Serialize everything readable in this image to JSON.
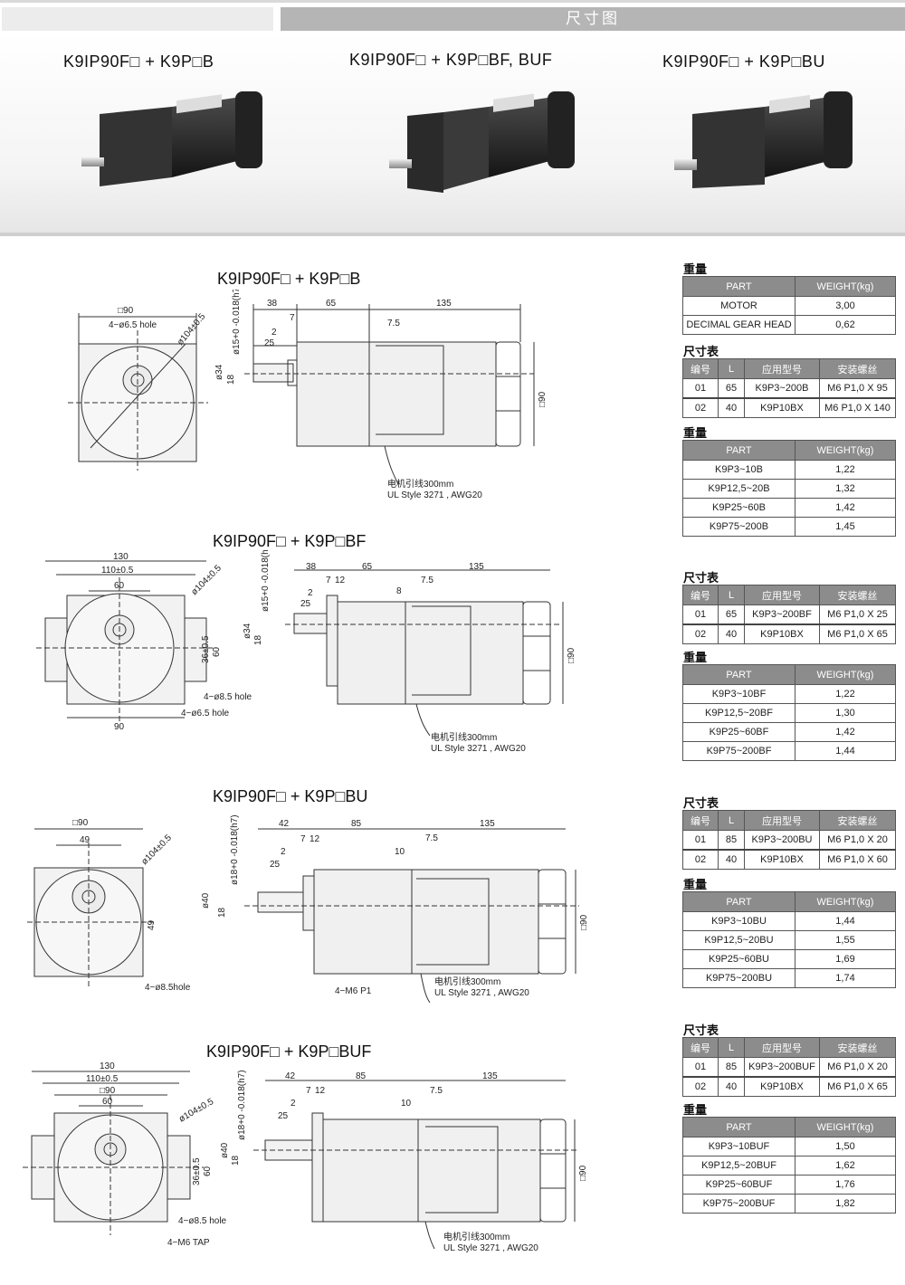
{
  "header": {
    "section_title": "尺寸图"
  },
  "products": [
    {
      "title": "K9IP90F□ + K9P□B"
    },
    {
      "title": "K9IP90F□ + K9P□BF, BUF"
    },
    {
      "title": "K9IP90F□ + K9P□BU"
    }
  ],
  "drawings": [
    {
      "title": "K9IP90F□ + K9P□B",
      "front": {
        "square": "□90",
        "hole": "4−ø6.5 hole",
        "circle": "ø104±0.5"
      },
      "side": {
        "d1": "38",
        "d2": "65",
        "d3": "135",
        "d4": "7.5",
        "d5": "7",
        "d6": "2",
        "d7": "25",
        "shaft": "ø15+0 -0.018(h7)",
        "dia": "ø34",
        "h": "18",
        "body": "□90",
        "cable": "电机引线300mm",
        "cable_spec": "UL Style 3271 , AWG20"
      }
    },
    {
      "title": "K9IP90F□ + K9P□BF",
      "front": {
        "w1": "130",
        "w2": "110±0.5",
        "w3": "60",
        "circle": "ø104±0.5",
        "v1": "36±0.5",
        "v2": "60",
        "hole1": "4−ø8.5 hole",
        "bottom": "90",
        "hole2": "4−ø6.5 hole"
      },
      "side": {
        "d1": "38",
        "d2": "65",
        "d3": "135",
        "d4": "7.5",
        "d5": "7",
        "d6": "12",
        "d7": "2",
        "d8": "25",
        "d9": "8",
        "shaft": "ø15+0 -0.018(h7)",
        "dia": "ø34",
        "h": "18",
        "body": "□90",
        "cable": "电机引线300mm",
        "cable_spec": "UL Style 3271 , AWG20"
      }
    },
    {
      "title": "K9IP90F□ + K9P□BU",
      "front": {
        "square": "□90",
        "w": "49",
        "circle": "ø104±0.5",
        "v": "49",
        "hole": "4−ø8.5hole"
      },
      "side": {
        "d1": "42",
        "d2": "85",
        "d3": "135",
        "d4": "7.5",
        "d5": "7",
        "d6": "12",
        "d7": "2",
        "d8": "25",
        "d9": "10",
        "shaft": "ø18+0 -0.018(h7)",
        "dia": "ø40",
        "h": "18",
        "body": "□90",
        "tap": "4−M6 P1",
        "cable": "电机引线300mm",
        "cable_spec": "UL Style 3271 , AWG20"
      }
    },
    {
      "title": "K9IP90F□ + K9P□BUF",
      "front": {
        "w1": "130",
        "w2": "110±0.5",
        "w3": "□90",
        "w4": "60",
        "circle": "ø104±0.5",
        "v1": "36±0.5",
        "v2": "60",
        "hole": "4−ø8.5 hole",
        "tap": "4−M6 TAP"
      },
      "side": {
        "d1": "42",
        "d2": "85",
        "d3": "135",
        "d4": "7.5",
        "d5": "7",
        "d6": "12",
        "d7": "2",
        "d8": "25",
        "d9": "10",
        "shaft": "ø18+0 -0.018(h7)",
        "dia": "ø40",
        "h": "18",
        "body": "□90",
        "cable": "电机引线300mm",
        "cable_spec": "UL Style 3271 , AWG20"
      }
    }
  ],
  "tables": {
    "weight_label": "重量",
    "size_label": "尺寸表",
    "weight_headers": [
      "PART",
      "WEIGHT(kg)"
    ],
    "size_headers": [
      "编号",
      "L",
      "应用型号",
      "安装螺丝"
    ],
    "motor_weight": [
      [
        "MOTOR",
        "3,00"
      ],
      [
        "DECIMAL GEAR HEAD",
        "0,62"
      ]
    ],
    "b_size": [
      [
        "01",
        "65",
        "K9P3~200B",
        "M6 P1,0 X 95"
      ],
      [
        "02",
        "40",
        "K9P10BX",
        "M6 P1,0 X 140"
      ]
    ],
    "b_weight": [
      [
        "K9P3~10B",
        "1,22"
      ],
      [
        "K9P12,5~20B",
        "1,32"
      ],
      [
        "K9P25~60B",
        "1,42"
      ],
      [
        "K9P75~200B",
        "1,45"
      ]
    ],
    "bf_size": [
      [
        "01",
        "65",
        "K9P3~200BF",
        "M6 P1,0 X 25"
      ],
      [
        "02",
        "40",
        "K9P10BX",
        "M6 P1,0 X 65"
      ]
    ],
    "bf_weight": [
      [
        "K9P3~10BF",
        "1,22"
      ],
      [
        "K9P12,5~20BF",
        "1,30"
      ],
      [
        "K9P25~60BF",
        "1,42"
      ],
      [
        "K9P75~200BF",
        "1,44"
      ]
    ],
    "bu_size": [
      [
        "01",
        "85",
        "K9P3~200BU",
        "M6 P1,0 X 20"
      ],
      [
        "02",
        "40",
        "K9P10BX",
        "M6 P1,0 X 60"
      ]
    ],
    "bu_weight": [
      [
        "K9P3~10BU",
        "1,44"
      ],
      [
        "K9P12,5~20BU",
        "1,55"
      ],
      [
        "K9P25~60BU",
        "1,69"
      ],
      [
        "K9P75~200BU",
        "1,74"
      ]
    ],
    "buf_size": [
      [
        "01",
        "85",
        "K9P3~200BUF",
        "M6 P1,0 X 20"
      ],
      [
        "02",
        "40",
        "K9P10BX",
        "M6 P1,0 X 65"
      ]
    ],
    "buf_weight": [
      [
        "K9P3~10BUF",
        "1,50"
      ],
      [
        "K9P12,5~20BUF",
        "1,62"
      ],
      [
        "K9P25~60BUF",
        "1,76"
      ],
      [
        "K9P75~200BUF",
        "1,82"
      ]
    ]
  }
}
